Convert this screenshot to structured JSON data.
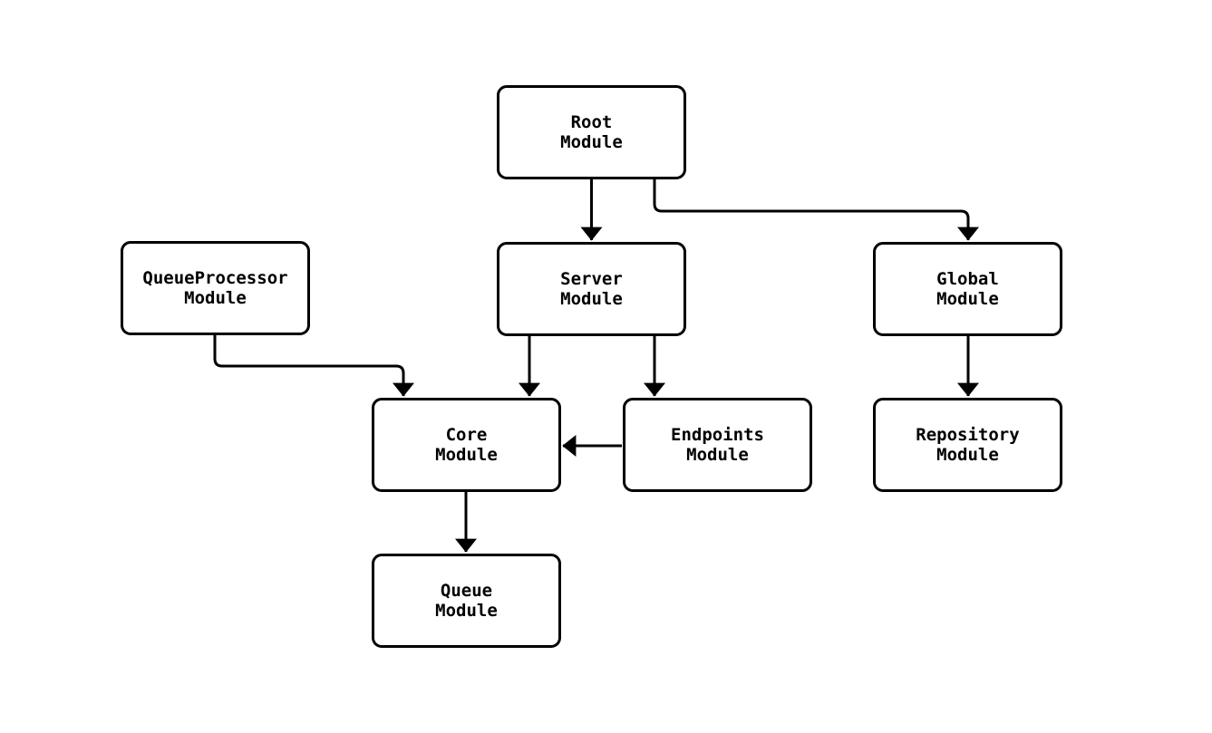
{
  "diagram": {
    "type": "module-dependency-graph",
    "colors": {
      "background": "#ffffff",
      "node_fill": "#ffffff",
      "stroke": "#000000",
      "text": "#000000"
    },
    "nodes": {
      "root": {
        "label": "Root\nModule"
      },
      "server": {
        "label": "Server\nModule"
      },
      "queueprocessor": {
        "label": "QueueProcessor\nModule"
      },
      "global": {
        "label": "Global\nModule"
      },
      "core": {
        "label": "Core\nModule"
      },
      "endpoints": {
        "label": "Endpoints\nModule"
      },
      "repository": {
        "label": "Repository\nModule"
      },
      "queue": {
        "label": "Queue\nModule"
      }
    },
    "edges": [
      {
        "from": "root",
        "to": "server"
      },
      {
        "from": "root",
        "to": "global"
      },
      {
        "from": "queueprocessor",
        "to": "core"
      },
      {
        "from": "server",
        "to": "core"
      },
      {
        "from": "server",
        "to": "endpoints"
      },
      {
        "from": "endpoints",
        "to": "core"
      },
      {
        "from": "core",
        "to": "queue"
      },
      {
        "from": "global",
        "to": "repository"
      }
    ]
  }
}
